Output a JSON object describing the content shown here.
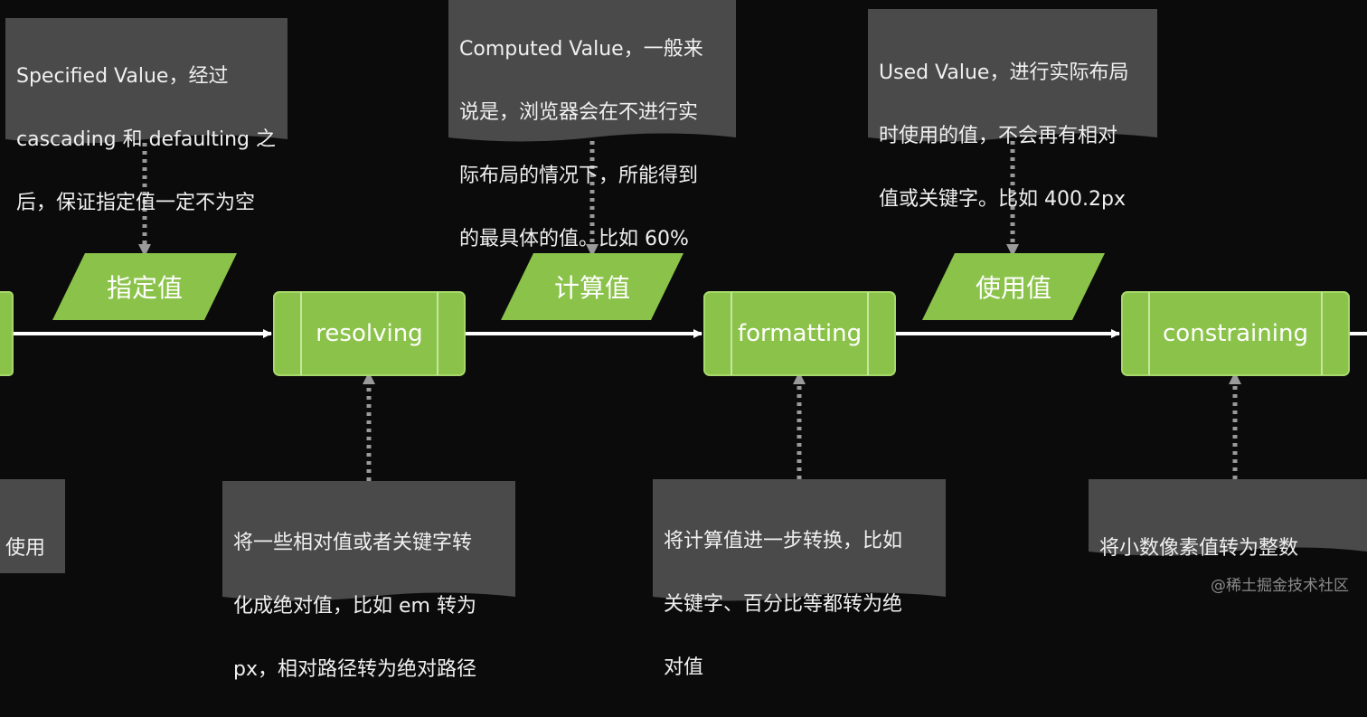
{
  "colors": {
    "background": "#0b0b0b",
    "note_fill": "#4a4a4a",
    "node_green": "#8bc34a",
    "node_stroke": "#a6d86a",
    "arrow_white": "#ffffff",
    "arrow_gray": "#9a9a9a"
  },
  "notes": {
    "specified": [
      "Specified Value，经过",
      "cascading 和 defaulting 之",
      "后，保证指定值一定不为空"
    ],
    "computed": [
      "Computed Value，一般来",
      "说是，浏览器会在不进行实",
      "际布局的情况下，所能得到",
      "的最具体的值。比如 60%"
    ],
    "used": [
      "Used Value，进行实际布局",
      "时使用的值，不会再有相对",
      "值或关键字。比如 400.2px"
    ],
    "left_partial": [
      "使用"
    ],
    "resolving": [
      "将一些相对值或者关键字转",
      "化成绝对值，比如 em 转为",
      "px，相对路径转为绝对路径"
    ],
    "formatting": [
      "将计算值进一步转换，比如",
      "关键字、百分比等都转为绝",
      "对值"
    ],
    "constraining": [
      "将小数像素值转为整数"
    ]
  },
  "values": {
    "specified": "指定值",
    "computed": "计算值",
    "used": "使用值"
  },
  "processes": {
    "resolving": "resolving",
    "formatting": "formatting",
    "constraining": "constraining"
  },
  "watermark": "@稀土掘金技术社区"
}
